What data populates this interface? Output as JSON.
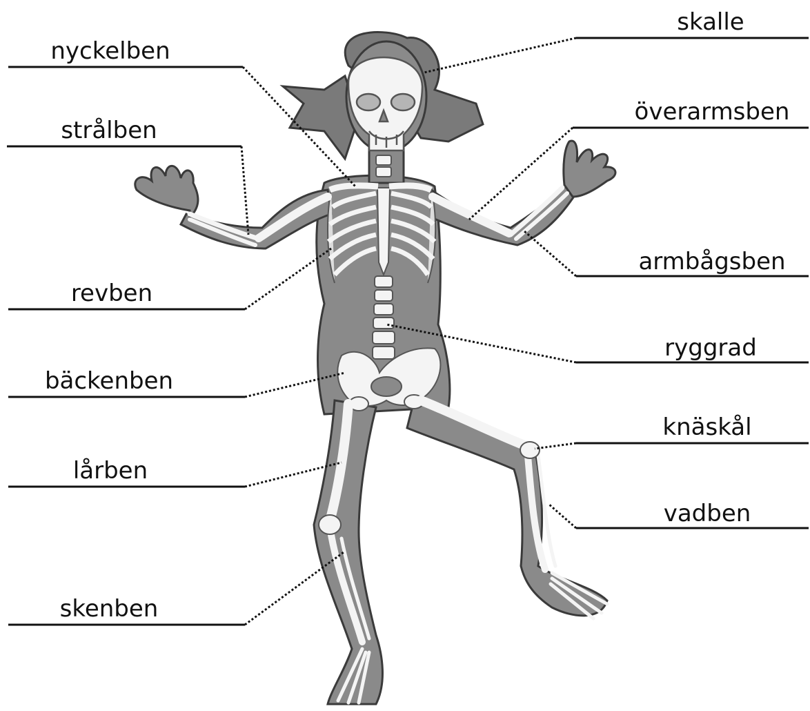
{
  "colors": {
    "ink": "#111111",
    "body_fill": "#8a8a8a",
    "body_outline": "#3a3a3a",
    "bone": "#f4f4f4",
    "bone_outline": "#555555",
    "hair": "#7a7a7a"
  },
  "labels": {
    "left": [
      {
        "key": "nyckelben",
        "text": "nyckelben"
      },
      {
        "key": "stralben",
        "text": "strålben"
      },
      {
        "key": "revben",
        "text": "revben"
      },
      {
        "key": "backenben",
        "text": "bäckenben"
      },
      {
        "key": "larben",
        "text": "lårben"
      },
      {
        "key": "skenben",
        "text": "skenben"
      }
    ],
    "right": [
      {
        "key": "skalle",
        "text": "skalle"
      },
      {
        "key": "overarmsben",
        "text": "överarmsben"
      },
      {
        "key": "armbagsben",
        "text": "armbågsben"
      },
      {
        "key": "ryggrad",
        "text": "ryggrad"
      },
      {
        "key": "knaskal",
        "text": "knäskål"
      },
      {
        "key": "vadben",
        "text": "vadben"
      }
    ]
  }
}
